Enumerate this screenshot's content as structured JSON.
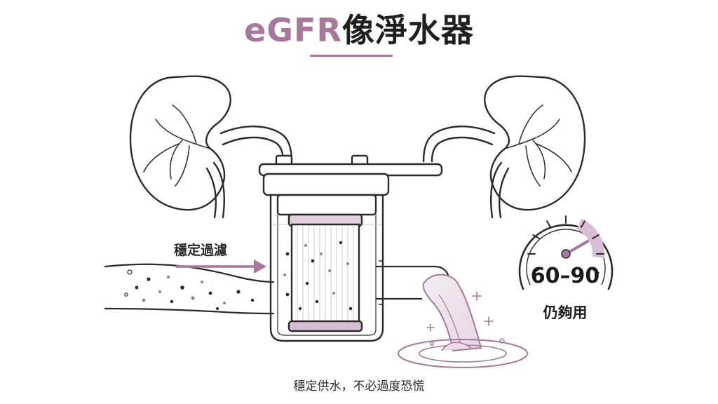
{
  "title": {
    "accent": "eGFR",
    "main": "像淨水器"
  },
  "labels": {
    "filter": "穩定過濾",
    "gauge_value": "60–90",
    "gauge_caption": "仍夠用",
    "footer": "穩定供水，不必過度恐慌"
  },
  "colors": {
    "accent": "#a8779e",
    "accent_light": "#e2cfe0",
    "ink": "#2a2a2a"
  },
  "gauge": {
    "min": 0,
    "max": 100,
    "value": 75,
    "band": [
      60,
      90
    ]
  },
  "icons": [
    "kidney-left-icon",
    "kidney-right-icon",
    "water-filter-icon",
    "gauge-icon",
    "sparkle-icon"
  ]
}
